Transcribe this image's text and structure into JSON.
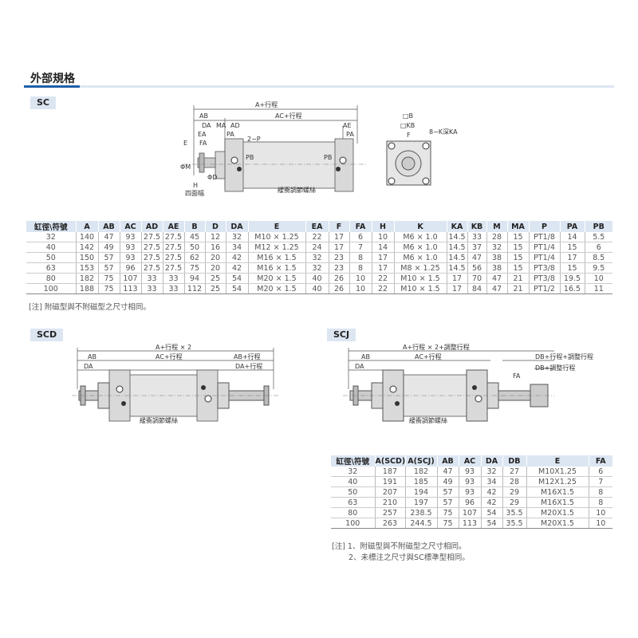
{
  "title": "外部規格",
  "colors": {
    "accent": "#1f5fa8",
    "header_bg": "#dce6f2"
  },
  "sc": {
    "label": "SC",
    "drawing_labels": {
      "a_stroke": "A+行程",
      "ab": "AB",
      "ac_stroke": "AC+行程",
      "da": "DA",
      "ma": "MA",
      "ad": "AD",
      "ae": "AE",
      "ea": "EA",
      "pa": "PA",
      "pa2": "PA",
      "p": "2−P",
      "e": "E",
      "fa": "FA",
      "m": "ΦM",
      "d": "ΦD",
      "pb": "PB",
      "pb2": "PB",
      "h": "H",
      "four_face": "四面幅",
      "cushion": "緩衝調節螺絲",
      "b": "□B",
      "kb": "□KB",
      "f": "F",
      "k": "8−K深KA"
    },
    "table": {
      "headers": [
        "缸徑\\符號",
        "A",
        "AB",
        "AC",
        "AD",
        "AE",
        "B",
        "D",
        "DA",
        "E",
        "EA",
        "F",
        "FA",
        "H",
        "K",
        "KA",
        "KB",
        "M",
        "MA",
        "P",
        "PA",
        "PB"
      ],
      "rows": [
        [
          "32",
          "140",
          "47",
          "93",
          "27.5",
          "27.5",
          "45",
          "12",
          "32",
          "M10 × 1.25",
          "22",
          "17",
          "6",
          "10",
          "M6 × 1.0",
          "14.5",
          "33",
          "28",
          "15",
          "PT1/8",
          "14",
          "5.5"
        ],
        [
          "40",
          "142",
          "49",
          "93",
          "27.5",
          "27.5",
          "50",
          "16",
          "34",
          "M12 × 1.25",
          "24",
          "17",
          "7",
          "14",
          "M6 × 1.0",
          "14.5",
          "37",
          "32",
          "15",
          "PT1/4",
          "15",
          "6"
        ],
        [
          "50",
          "150",
          "57",
          "93",
          "27.5",
          "27.5",
          "62",
          "20",
          "42",
          "M16 × 1.5",
          "32",
          "23",
          "8",
          "17",
          "M6 × 1.0",
          "14.5",
          "47",
          "38",
          "15",
          "PT1/4",
          "17",
          "8.5"
        ],
        [
          "63",
          "153",
          "57",
          "96",
          "27.5",
          "27.5",
          "75",
          "20",
          "42",
          "M16 × 1.5",
          "32",
          "23",
          "8",
          "17",
          "M8 × 1.25",
          "14.5",
          "56",
          "38",
          "15",
          "PT3/8",
          "15",
          "9.5"
        ],
        [
          "80",
          "182",
          "75",
          "107",
          "33",
          "33",
          "94",
          "25",
          "54",
          "M20 × 1.5",
          "40",
          "26",
          "10",
          "22",
          "M10 × 1.5",
          "17",
          "70",
          "47",
          "21",
          "PT3/8",
          "19.5",
          "10"
        ],
        [
          "100",
          "188",
          "75",
          "113",
          "33",
          "33",
          "112",
          "25",
          "54",
          "M20 × 1.5",
          "40",
          "26",
          "10",
          "22",
          "M10 × 1.5",
          "17",
          "84",
          "47",
          "21",
          "PT1/2",
          "16.5",
          "11"
        ]
      ]
    },
    "note": "[注] 附磁型與不附磁型之尺寸相同。"
  },
  "scd": {
    "label": "SCD",
    "drawing_labels": {
      "a_stroke": "A+行程 × 2",
      "ab": "AB",
      "ac_stroke": "AC+行程",
      "ab_stroke": "AB+行程",
      "da": "DA",
      "da_stroke": "DA+行程",
      "cushion": "緩衝調節螺絲"
    }
  },
  "scj": {
    "label": "SCJ",
    "drawing_labels": {
      "a_stroke": "A+行程 × 2+調整行程",
      "ab": "AB",
      "ac_stroke": "AC+行程",
      "da": "DA",
      "db_stroke": "DB+行程+調整行程",
      "db_adjust": "DB+調整行程",
      "fa": "FA",
      "cushion": "緩衝調節螺絲"
    },
    "table": {
      "headers": [
        "缸徑\\符號",
        "A(SCD)",
        "A(SCJ)",
        "AB",
        "AC",
        "DA",
        "DB",
        "E",
        "FA"
      ],
      "rows": [
        [
          "32",
          "187",
          "182",
          "47",
          "93",
          "32",
          "27",
          "M10X1.25",
          "6"
        ],
        [
          "40",
          "191",
          "185",
          "49",
          "93",
          "34",
          "28",
          "M12X1.25",
          "7"
        ],
        [
          "50",
          "207",
          "194",
          "57",
          "93",
          "42",
          "29",
          "M16X1.5",
          "8"
        ],
        [
          "63",
          "210",
          "197",
          "57",
          "96",
          "42",
          "29",
          "M16X1.5",
          "8"
        ],
        [
          "80",
          "257",
          "238.5",
          "75",
          "107",
          "54",
          "35.5",
          "M20X1.5",
          "10"
        ],
        [
          "100",
          "263",
          "244.5",
          "75",
          "113",
          "54",
          "35.5",
          "M20X1.5",
          "10"
        ]
      ]
    },
    "notes": [
      "[注] 1、附磁型與不附磁型之尺寸相同。",
      "2、未標注之尺寸與SC標準型相同。"
    ]
  }
}
